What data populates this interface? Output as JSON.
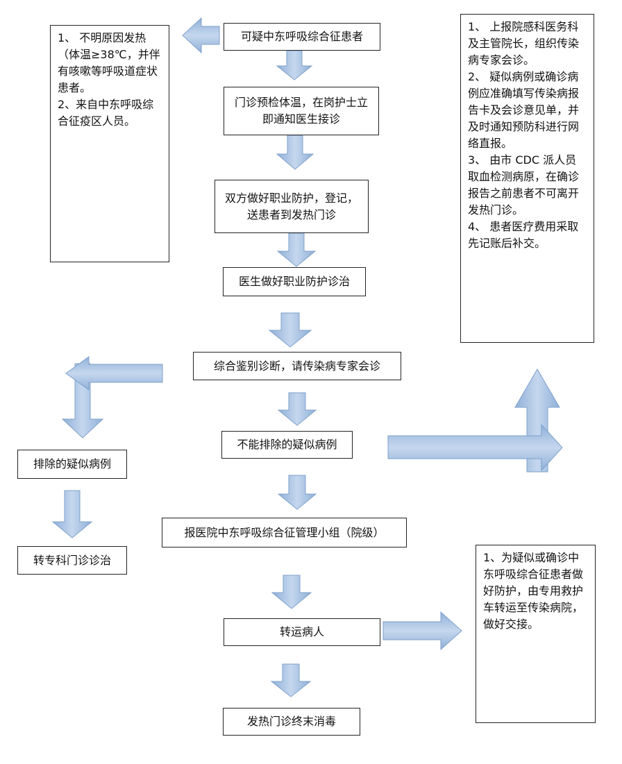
{
  "steps": {
    "step1": "可疑中东呼吸综合征患者",
    "step2": "门诊预检体温，在岗护士立即通知医生接诊",
    "step3": "双方做好职业防护，登记，送患者到发热门诊",
    "step4": "医生做好职业防护诊治",
    "step5": "综合鉴别诊断，请传染病专家会诊",
    "step6": "不能排除的疑似病例",
    "step7": "报医院中东呼吸综合征管理小组（院级）",
    "step8": "转运病人",
    "step9": "发热门诊终末消毒"
  },
  "branch": {
    "excluded": "排除的疑似病例",
    "referral": "转专科门诊诊治"
  },
  "notes": {
    "left": [
      "1、 不明原因发热（体温≥38℃，并伴有咳嗽等呼吸道症状患者。",
      "2、来自中东呼吸综合征疫区人员。"
    ],
    "right": [
      "1、 上报院感科医务科及主管院长，组织传染病专家会诊。",
      "2、 疑似病例或确诊病例应准确填写传染病报告卡及会诊意见单，并及时通知预防科进行网络直报。",
      "3、 由市 CDC 派人员取血检测病原，在确诊报告之前患者不可离开发热门诊。",
      "4、 患者医疗费用采取先记账后补交。"
    ],
    "transport": "1、为疑似或确诊中东呼吸综合征患者做好防护，由专用救护车转运至传染病院，做好交接。"
  }
}
